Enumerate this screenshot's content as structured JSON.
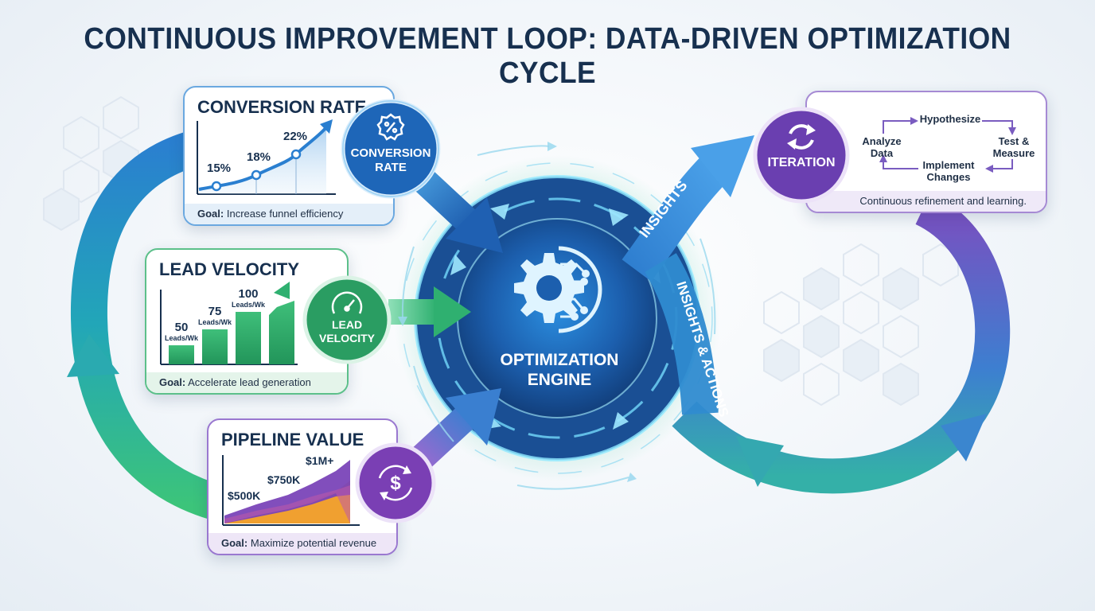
{
  "title": "CONTINUOUS IMPROVEMENT LOOP: DATA-DRIVEN OPTIMIZATION CYCLE",
  "colors": {
    "navy": "#17304f",
    "blue": "#1f6fc0",
    "green": "#2fa86a",
    "purple": "#6a3fa8",
    "orange": "#f0a030"
  },
  "conversion_card": {
    "title": "CONVERSION RATE",
    "values": [
      "15%",
      "18%",
      "22%"
    ],
    "goal_label": "Goal:",
    "goal_text": "Increase funnel efficiency",
    "icon": "percent-badge-icon",
    "circle_line1": "CONVERSION",
    "circle_line2": "RATE"
  },
  "lead_card": {
    "title": "LEAD VELOCITY",
    "bars": [
      {
        "value": "50",
        "unit": "Leads/Wk"
      },
      {
        "value": "75",
        "unit": "Leads/Wk"
      },
      {
        "value": "100",
        "unit": "Leads/Wk"
      }
    ],
    "goal_label": "Goal:",
    "goal_text": "Accelerate lead generation",
    "icon": "speedometer-icon",
    "circle_line1": "LEAD",
    "circle_line2": "VELOCITY"
  },
  "pipeline_card": {
    "title": "PIPELINE VALUE",
    "values": [
      "$500K",
      "$750K",
      "$1M+"
    ],
    "goal_label": "Goal:",
    "goal_text": "Maximize potential revenue",
    "icon": "dollar-cycle-icon"
  },
  "engine": {
    "line1": "OPTIMIZATION",
    "line2": "ENGINE",
    "icon": "gear-circuit-icon"
  },
  "flow_labels": {
    "insights": "INSIGHTS",
    "insights_actions": "INSIGHTS & ACTIONS"
  },
  "iteration": {
    "label": "ITERATION",
    "icon": "refresh-icon",
    "steps": {
      "hypothesize": "Hypothesize",
      "test_line1": "Test &",
      "test_line2": "Measure",
      "implement_line1": "Implement",
      "implement_line2": "Changes",
      "analyze_line1": "Analyze",
      "analyze_line2": "Data"
    },
    "footer": "Continuous refinement and learning."
  }
}
